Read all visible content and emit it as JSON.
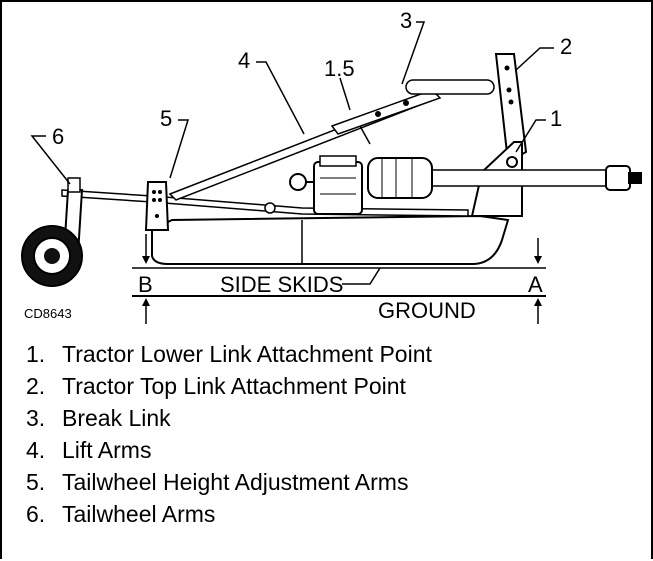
{
  "diagram": {
    "callouts": [
      "1",
      "2",
      "3",
      "4",
      "5",
      "6",
      "1.5"
    ],
    "labels": {
      "B": "B",
      "A": "A",
      "side_skids": "SIDE SKIDS",
      "ground": "GROUND",
      "figure_id": "CD8643"
    }
  },
  "legend": [
    {
      "num": "1.",
      "text": "Tractor Lower Link Attachment Point"
    },
    {
      "num": "2.",
      "text": "Tractor Top Link Attachment Point"
    },
    {
      "num": "3.",
      "text": "Break Link"
    },
    {
      "num": "4.",
      "text": "Lift Arms"
    },
    {
      "num": "5.",
      "text": "Tailwheel Height Adjustment Arms"
    },
    {
      "num": "6.",
      "text": "Tailwheel Arms"
    }
  ]
}
